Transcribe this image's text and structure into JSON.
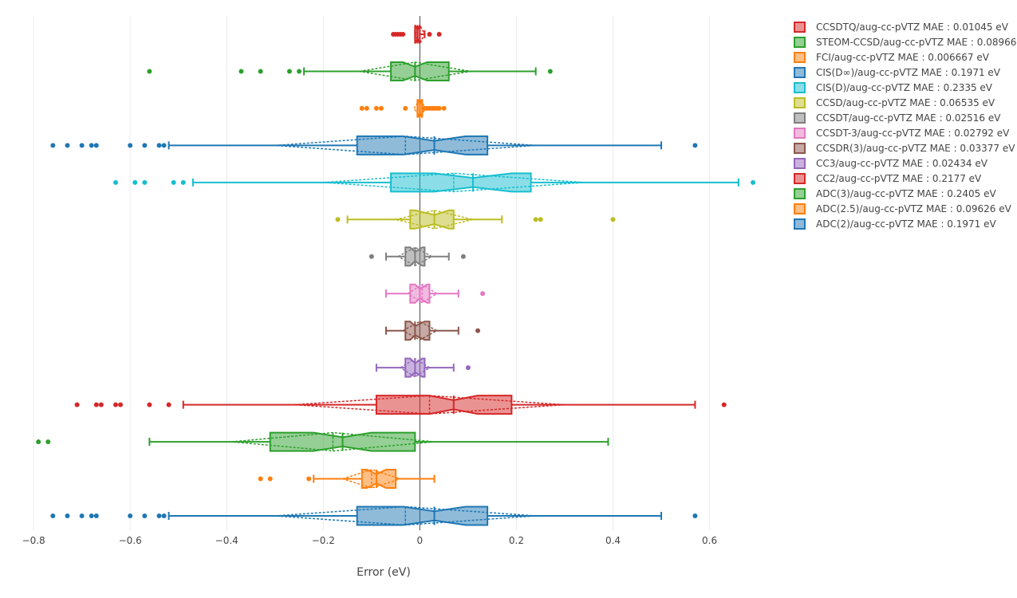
{
  "chart_data": {
    "type": "box",
    "orientation": "horizontal",
    "xlabel": "Error (eV)",
    "ylabel": "",
    "xlim": [
      -0.82,
      0.68
    ],
    "xticks": [
      -0.8,
      -0.6,
      -0.4,
      -0.2,
      0,
      0.2,
      0.4,
      0.6
    ],
    "xtick_labels": [
      "−0.8",
      "−0.6",
      "−0.4",
      "−0.2",
      "0",
      "0.2",
      "0.4",
      "0.6"
    ],
    "grid": true,
    "legend_position": "top-right",
    "boxes_notched_with_mean_and_sd": true,
    "series": [
      {
        "name": "CCSDTQ/aug-cc-pVTZ MAE : 0.01045 eV",
        "color": "#d62728",
        "q1": -0.01,
        "median": -0.005,
        "q3": 0.0,
        "lower_whisker": -0.01,
        "upper_whisker": 0.01,
        "mean": 0.0,
        "sd": 0.01,
        "notch": [
          -0.01,
          0.0
        ],
        "outliers": [
          -0.055,
          -0.05,
          -0.045,
          -0.04,
          -0.035,
          0.02,
          0.04
        ]
      },
      {
        "name": "STEOM-CCSD/aug-cc-pVTZ MAE : 0.08966 eV",
        "color": "#2ca02c",
        "q1": -0.06,
        "median": -0.01,
        "q3": 0.06,
        "lower_whisker": -0.24,
        "upper_whisker": 0.24,
        "mean": -0.01,
        "sd": 0.115,
        "notch": [
          -0.035,
          0.015
        ],
        "outliers": [
          -0.56,
          -0.37,
          -0.33,
          -0.27,
          -0.25,
          0.27
        ]
      },
      {
        "name": "FCI/aug-cc-pVTZ MAE : 0.006667 eV",
        "color": "#ff7f0e",
        "q1": -0.005,
        "median": 0.0,
        "q3": 0.005,
        "lower_whisker": -0.005,
        "upper_whisker": 0.005,
        "mean": 0.0,
        "sd": 0.012,
        "notch": [
          -0.005,
          0.005
        ],
        "outliers": [
          -0.12,
          -0.11,
          -0.09,
          -0.08,
          -0.03,
          0.01,
          0.015,
          0.02,
          0.025,
          0.03,
          0.035,
          0.04,
          0.05
        ]
      },
      {
        "name": "CIS(D∞)/aug-cc-pVTZ MAE : 0.1971 eV",
        "color": "#1f77b4",
        "q1": -0.13,
        "median": 0.03,
        "q3": 0.14,
        "lower_whisker": -0.52,
        "upper_whisker": 0.5,
        "mean": -0.03,
        "sd": 0.27,
        "notch": [
          -0.035,
          0.095
        ],
        "outliers": [
          -0.76,
          -0.73,
          -0.7,
          -0.68,
          -0.67,
          -0.6,
          -0.57,
          -0.54,
          -0.53,
          0.57
        ]
      },
      {
        "name": "CIS(D)/aug-cc-pVTZ MAE : 0.2335 eV",
        "color": "#17becf",
        "q1": -0.06,
        "median": 0.11,
        "q3": 0.23,
        "lower_whisker": -0.47,
        "upper_whisker": 0.66,
        "mean": 0.07,
        "sd": 0.27,
        "notch": [
          0.03,
          0.19
        ],
        "outliers": [
          -0.63,
          -0.59,
          -0.57,
          -0.51,
          -0.49,
          0.69
        ]
      },
      {
        "name": "CCSD/aug-cc-pVTZ MAE : 0.06535 eV",
        "color": "#bcbd22",
        "q1": -0.02,
        "median": 0.03,
        "q3": 0.07,
        "lower_whisker": -0.15,
        "upper_whisker": 0.17,
        "mean": 0.03,
        "sd": 0.08,
        "notch": [
          -0.01,
          0.06
        ],
        "outliers": [
          -0.17,
          0.24,
          0.25,
          0.4
        ]
      },
      {
        "name": "CCSDT/aug-cc-pVTZ MAE : 0.02516 eV",
        "color": "#7f7f7f",
        "q1": -0.03,
        "median": -0.01,
        "q3": 0.01,
        "lower_whisker": -0.07,
        "upper_whisker": 0.06,
        "mean": -0.01,
        "sd": 0.035,
        "notch": [
          -0.02,
          0.005
        ],
        "outliers": [
          -0.1,
          0.09
        ]
      },
      {
        "name": "CCSDT-3/aug-cc-pVTZ MAE : 0.02792 eV",
        "color": "#e377c2",
        "q1": -0.02,
        "median": 0.0,
        "q3": 0.02,
        "lower_whisker": -0.07,
        "upper_whisker": 0.08,
        "mean": 0.005,
        "sd": 0.03,
        "notch": [
          -0.01,
          0.015
        ],
        "outliers": [
          0.13
        ]
      },
      {
        "name": "CCSDR(3)/aug-cc-pVTZ MAE : 0.03377 eV",
        "color": "#8c564b",
        "q1": -0.03,
        "median": -0.01,
        "q3": 0.02,
        "lower_whisker": -0.07,
        "upper_whisker": 0.08,
        "mean": 0.0,
        "sd": 0.035,
        "notch": [
          -0.02,
          0.01
        ],
        "outliers": [
          0.12
        ]
      },
      {
        "name": "CC3/aug-cc-pVTZ MAE : 0.02434 eV",
        "color": "#9467bd",
        "q1": -0.03,
        "median": -0.01,
        "q3": 0.01,
        "lower_whisker": -0.09,
        "upper_whisker": 0.07,
        "mean": -0.01,
        "sd": 0.03,
        "notch": [
          -0.02,
          0.005
        ],
        "outliers": [
          0.1
        ]
      },
      {
        "name": "CC2/aug-cc-pVTZ MAE : 0.2177 eV",
        "color": "#d62728",
        "q1": -0.09,
        "median": 0.07,
        "q3": 0.19,
        "lower_whisker": -0.49,
        "upper_whisker": 0.57,
        "mean": 0.02,
        "sd": 0.28,
        "notch": [
          0.02,
          0.12
        ],
        "outliers": [
          -0.71,
          -0.67,
          -0.66,
          -0.63,
          -0.62,
          -0.56,
          -0.52,
          0.63
        ]
      },
      {
        "name": "ADC(3)/aug-cc-pVTZ MAE : 0.2405 eV",
        "color": "#2ca02c",
        "q1": -0.31,
        "median": -0.16,
        "q3": -0.01,
        "lower_whisker": -0.56,
        "upper_whisker": 0.39,
        "mean": -0.18,
        "sd": 0.21,
        "notch": [
          -0.22,
          -0.1
        ],
        "outliers": [
          -0.79,
          -0.77
        ]
      },
      {
        "name": "ADC(2.5)/aug-cc-pVTZ MAE : 0.09626 eV",
        "color": "#ff7f0e",
        "q1": -0.12,
        "median": -0.09,
        "q3": -0.05,
        "lower_whisker": -0.22,
        "upper_whisker": 0.03,
        "mean": -0.1,
        "sd": 0.06,
        "notch": [
          -0.11,
          -0.07
        ],
        "outliers": [
          -0.33,
          -0.31,
          -0.23
        ]
      },
      {
        "name": "ADC(2)/aug-cc-pVTZ MAE : 0.1971 eV",
        "color": "#1f77b4",
        "q1": -0.13,
        "median": 0.03,
        "q3": 0.14,
        "lower_whisker": -0.52,
        "upper_whisker": 0.5,
        "mean": -0.03,
        "sd": 0.27,
        "notch": [
          -0.035,
          0.095
        ],
        "outliers": [
          -0.76,
          -0.73,
          -0.7,
          -0.68,
          -0.67,
          -0.6,
          -0.57,
          -0.54,
          -0.53,
          0.57
        ]
      }
    ]
  }
}
